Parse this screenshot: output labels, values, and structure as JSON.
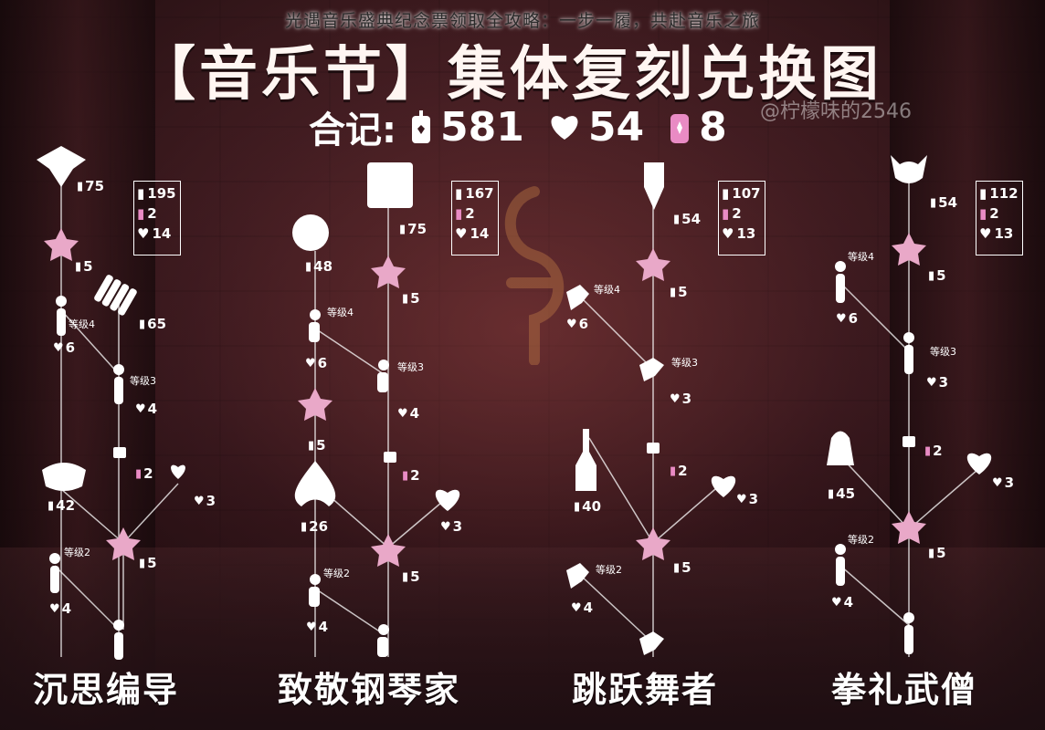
{
  "page_title": "光遇音乐盛典纪念票领取全攻略：一步一履，共赴音乐之旅",
  "banner": "【音乐节】集体复刻兑换图",
  "watermark": "@柠檬味的2546",
  "totals": {
    "label": "合记:",
    "candles": "581",
    "hearts": "54",
    "tickets": "8"
  },
  "icons": {
    "candle": "▮",
    "heart": "♥",
    "ticket": "▮"
  },
  "colors": {
    "accent": "#ffffff",
    "ticket": "#e98bc4"
  },
  "spirits": [
    {
      "name": "沉思编导",
      "summary": {
        "candles": "195",
        "tickets": "2",
        "hearts": "14"
      }
    },
    {
      "name": "致敬钢琴家",
      "summary": {
        "candles": "167",
        "tickets": "2",
        "hearts": "14"
      }
    },
    {
      "name": "跳跃舞者",
      "summary": {
        "candles": "107",
        "tickets": "2",
        "hearts": "13"
      }
    },
    {
      "name": "拳礼武僧",
      "summary": {
        "candles": "112",
        "tickets": "2",
        "hearts": "13"
      }
    }
  ],
  "costs": {
    "c1_hat": "75",
    "c1_star1": "5",
    "c1_xylo": "65",
    "c1_h6": "6",
    "c1_h4a": "4",
    "c1_mask": "42",
    "c1_h3": "3",
    "c1_star2": "5",
    "c1_h4b": "4",
    "c2_monkey": "48",
    "c2_piano": "75",
    "c2_star1": "5",
    "c2_h6": "6",
    "c2_h4a": "4",
    "c2_star2": "5",
    "c2_t2": "2",
    "c2_flame": "26",
    "c2_h3": "3",
    "c2_star3": "5",
    "c2_h4b": "4",
    "c3_mask": "54",
    "c3_star1": "5",
    "c3_h6": "6",
    "c3_h3a": "3",
    "c3_t2": "2",
    "c3_bottle": "40",
    "c3_h3b": "3",
    "c3_star2": "5",
    "c3_h4": "4",
    "c4_mask": "54",
    "c4_star1": "5",
    "c4_h6": "6",
    "c4_h3a": "3",
    "c4_lamp": "45",
    "c4_h3b": "3",
    "c4_star2": "5",
    "c4_h4": "4",
    "c1_t2": "2",
    "c4_t2": "2"
  },
  "tiers": {
    "c1_4": "等级4",
    "c1_3": "等级3",
    "c1_2": "等级2",
    "c2_4": "等级4",
    "c2_3": "等级3",
    "c2_2": "等级2",
    "c3_4": "等级4",
    "c3_3": "等级3",
    "c3_2": "等级2",
    "c4_4": "等级4",
    "c4_3": "等级3",
    "c4_2": "等级2"
  }
}
